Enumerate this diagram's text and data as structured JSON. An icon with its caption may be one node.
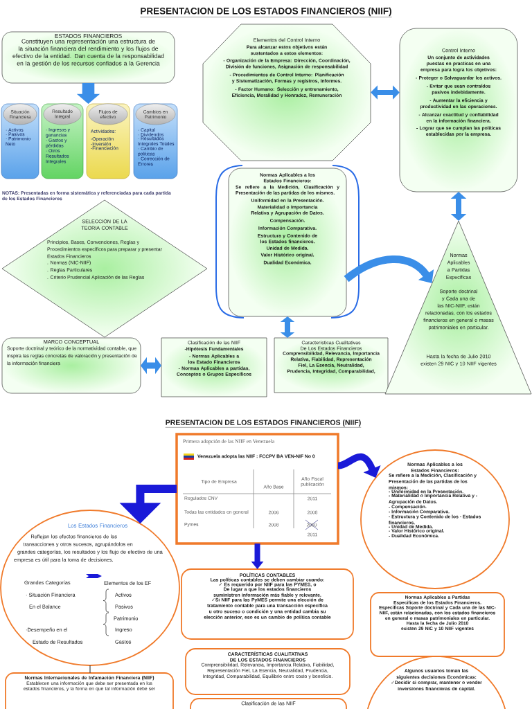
{
  "diagram": {
    "title": "PRESENTACION DE LOS ESTADOS FINANCIEROS (NIIF)",
    "nodes": [
      {
        "text": [
          "ESTADOS FINANCIEROS",
          "Constituyen una representación una estructura de la situación financiera del rendimiento y los flujos de efectivo de la entidad. Dan cuenta de la responsabilidad en la gestión de los recursos confiados a la Gerencia"
        ]
      },
      {
        "text": [
          "Situación Financiera",
          "· Activos",
          "· Pasivos",
          "· Patrimonio Neto"
        ]
      },
      {
        "text": [
          "Resultado Integral",
          "· Ingresos y ganancias",
          "· Gastos y pérdidas",
          "· Otros Resultados Integrales"
        ]
      },
      {
        "text": [
          "Flujos de efectivo",
          "Actividades:",
          "-Operación",
          "-Inversión",
          "-Financiación"
        ]
      },
      {
        "text": [
          "Cambios en Patrimonio",
          "· Capital",
          "· Dividendos",
          "· Resultados Integrales Totales",
          "· Cambio de políticas",
          "· Corrección de Errores"
        ]
      },
      {
        "text": [
          "SELECCIÓN DE LA TEORIA CONTABLE",
          "Principios, Bases, Convenciones, Reglas y Procedimientos específicos para preparar y presentar Estados Financieros",
          ". Normas (NIC-NIIF)",
          ". Reglas Particulares",
          ". Criterio Prudencial Aplicación de las Reglas"
        ]
      },
      {
        "text": [
          "MARCO CONCEPTUAL",
          "Soporte doctrinal y teórico de la normatividad contable, que inspira las reglas concretas de valoración y presentación de la información financiera"
        ]
      },
      {
        "text": [
          "Clasificación de las NIIF",
          "-Hipótesis Fundamentales",
          "- Normas Aplicables a los Estado Financieros",
          "- Normas Aplicables a partidas, Conceptos o Grupos Específicos"
        ]
      },
      {
        "text": [
          "Características Cualitativas De Los Estados Financieros",
          "Comprensibilidad, Relevancia, Importancia Relativa, Fiabilidad, Representación Fiel, La Esencia, Neutralidad, Prudencia, Integridad, Comparabilidad,"
        ]
      },
      {
        "text": [
          "Elementos del Control Interno",
          "Para alcanzar estos objetivos están sustentados a estos elementos:",
          "- Organización de la Empresa: Dirección, Coordinación, División de funciones, Asignación de responsabilidad",
          "- Procedimientos de Control Interno: Planificación y Sistematización, Formas y registros, Informes.",
          "- Factor Humano: Selección y entrenamiento, Eficiencia, Moralidad y Honradez, Remuneración"
        ]
      },
      {
        "text": [
          "Control Interno",
          "Un conjunto de actividades puestas en practicas en una empresa para logra los objetivos:",
          "- Proteger o Salvaguardar los activos.",
          "- Evitar que sean contraídos pasivos indebidamente.",
          "- Aumentar la eficiencia y productividad en las operaciones.",
          "- Alcanzar exactitud y confiabilidad en la información financiera.",
          "- Lograr que se cumplan las políticas establecidas por la empresa."
        ]
      },
      {
        "text": [
          "Normas Aplicables a los Estados Financieros:",
          "Se refiere a la Medición, Clasificación y Presentación de las partidas de los mismos.",
          "Uniformidad en la Presentación.",
          "Materialidad o Importancia Relativa y Agrupación de Datos.",
          "Compensación.",
          "Información Comparativa.",
          "Estructura y Contenido de los Estados financieros.",
          "Unidad de Medida.",
          "Valor Histórico original.",
          "Dualidad Económica."
        ]
      },
      {
        "text": [
          "Normas Aplicables a Partidas Especificas",
          "Soporte doctrinal y Cada una de las NIC-NIIF, están relacionadas, con los estados financieros en general o masas patrimoniales en particular.",
          "Hasta la fecha de Julio 2010 existen 29 NIC y 10 NIIF vigentes"
        ]
      },
      {
        "text": [
          "Primera adopción de las NIIF en Venezuela",
          "Venezuela adopta las NIIF : FCCPV BA VEN-NIF No 0",
          "Tipo de Empresa",
          "Año Base",
          "Año Fiscal publicación",
          "Regulados CNV",
          "2011",
          "Todas las entidades en general",
          "2006",
          "2008",
          "Pymes",
          "2008",
          "2010",
          "2011"
        ]
      },
      {
        "text": [
          "Los Estados Financieros",
          "Reflejan los efectos financieros de las transacciones y otros sucesos, agrupándolos en grandes categorías, los resultados y los flujo de efectivo de una empresa es útil para la toma de decisiones.",
          "Grandes Categorías",
          "Elementos de los EF",
          "· Situación Financiera",
          "Activos",
          "En el Balance",
          "Pasivos",
          "Patrimonio",
          "·Desempeño en el",
          "Ingreso",
          "Estado de Resultados",
          "Gastos"
        ]
      },
      {
        "text": [
          "Normas Internacionales de Infamación Financiera (NIIF)",
          "Establecen una información que debe ser presentada en los estados financieros, y la forma en que tal información debe ser"
        ]
      },
      {
        "text": [
          "POLÍTICAS CONTABLES",
          "Las políticas contables se deben cambiar cuando:",
          "✓ Es requerido por NIIF para las PYMES, o",
          "De lugar a que los estados financieros suministren información más fiable y relevante.",
          "✓Si NIIF para las PyMES permite una elección de tratamiento contable para una transacción específica u otro suceso o condición y una entidad cambia su elección anterior, eso es un cambio de política contable"
        ]
      },
      {
        "text": [
          "CARACTERÍSTICAS CUALITATIVAS DE LOS ESTADOS FINANCIEROS",
          "Comprensibilidad, Relevancia, Importancia Relativa, Fiabilidad, Representación Fiel, La Esencia, Neutralidad, Prudencia, Integridad, Comparabilidad, Equilibrio entre costo y beneficio."
        ]
      },
      {
        "text": [
          "Clasificación de las NIIF"
        ]
      },
      {
        "text": [
          "Normas Aplicables a los Estados Financieros:",
          "Se refiere a la Medición, Clasificación y Presentación de las partidas de los mismos:",
          "- Uniformidad en la Presentación.",
          "- Materialidad o Importancia Relativa y - Agrupación de Datos.",
          "- Compensación.",
          "- Información Comparativa.",
          "- Estructura y Contenido de los - Estados financieros.",
          "- Unidad de Medida.",
          "- Valor Histórico original.",
          "- Dualidad Económica."
        ]
      },
      {
        "text": [
          "Normas Aplicables a Partidas Especificas de los Estados Financieros.",
          "Especificas Soporte doctrinal y Cada una de las NIC-NIIF, están relacionadas, con los estados financieros en general o masas patrimoniales en particular.",
          "Hasta la fecha de Julio 2010 existen 29 NIC y 10 NIIF vigentes"
        ]
      },
      {
        "text": [
          "Algunos usuarios toman las siguientes decisiones Económicas:",
          "✓Decidir si comprar, mantener o vender inversiones financieras de capital."
        ]
      }
    ],
    "edges": [
      {
        "from": 0,
        "to": 3,
        "arrow": "to",
        "style": "thick"
      },
      {
        "from": 9,
        "to": 10,
        "arrow": "both"
      },
      {
        "from": 10,
        "to": 12,
        "arrow": "both"
      },
      {
        "from": 11,
        "to": 8,
        "arrow": "both"
      },
      {
        "from": 6,
        "to": 7,
        "arrow": "both"
      },
      {
        "from": 11,
        "to": 12,
        "arrow": "to"
      },
      {
        "from": 13,
        "to": 14,
        "arrow": "to",
        "color": "#1a1ad8"
      },
      {
        "from": 13,
        "to": 16,
        "arrow": "to",
        "color": "#1a1ad8"
      },
      {
        "from": 13,
        "to": 19,
        "arrow": "to",
        "color": "#1a1ad8"
      },
      {
        "from": 14,
        "to": 15,
        "arrow": "none",
        "color": "#404040"
      }
    ],
    "labels": [
      "NOTAS: Presentadas en forma sistemática y referenciadas para cada partida de los Estados Financieros",
      "PRESENTACION DE LOS ESTADOS FINANCIEROS (NIIF)"
    ]
  }
}
